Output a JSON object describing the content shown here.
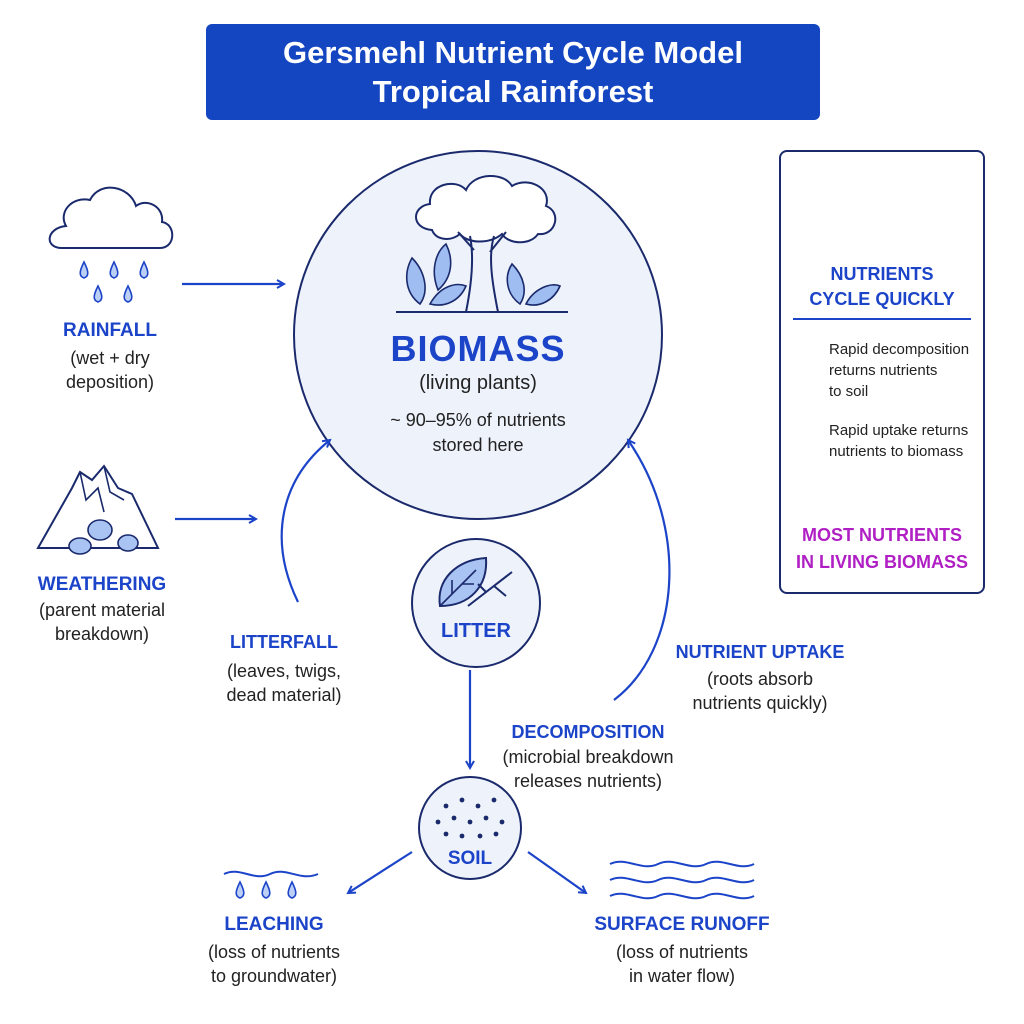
{
  "title": {
    "line1": "Gersmehl Nutrient Cycle Model",
    "line2": "Tropical Rainforest"
  },
  "colors": {
    "title_bg": "#1446c2",
    "accent": "#1c44c9",
    "highlight": "#b01fc4",
    "circle_fill": "#eef2fb"
  },
  "stores": {
    "biomass": {
      "name": "BIOMASS",
      "sub": "(living plants)",
      "note_line1": "~ 90–95% of nutrients",
      "note_line2": "stored here",
      "icon": "tree-icon"
    },
    "litter": {
      "name": "LITTER",
      "icon": "leaf-twig-icon"
    },
    "soil": {
      "name": "SOIL",
      "icon": "soil-particles-icon"
    }
  },
  "inputs": {
    "rainfall": {
      "title": "RAINFALL",
      "desc_line1": "(wet + dry",
      "desc_line2": "deposition)",
      "icon": "rain-cloud-icon"
    },
    "weathering": {
      "title": "WEATHERING",
      "desc_line1": "(parent material",
      "desc_line2": "breakdown)",
      "icon": "rock-mountain-icon"
    }
  },
  "flows": {
    "litterfall": {
      "title": "LITTERFALL",
      "desc_line1": "(leaves, twigs,",
      "desc_line2": "dead material)"
    },
    "decomposition": {
      "title": "DECOMPOSITION",
      "desc_line1": "(microbial breakdown",
      "desc_line2": "releases nutrients)"
    },
    "uptake": {
      "title": "NUTRIENT UPTAKE",
      "desc_line1": "(roots absorb",
      "desc_line2": "nutrients quickly)"
    }
  },
  "outputs": {
    "leaching": {
      "title": "LEACHING",
      "desc_line1": "(loss of nutrients",
      "desc_line2": "to groundwater)",
      "icon": "water-drops-icon"
    },
    "runoff": {
      "title": "SURFACE RUNOFF",
      "desc_line1": "(loss of nutrients",
      "desc_line2": "in water flow)",
      "icon": "water-waves-icon"
    }
  },
  "panel": {
    "icon": "clock-cycle-icon",
    "heading_line1": "NUTRIENTS",
    "heading_line2": "CYCLE QUICKLY",
    "checks": [
      {
        "line1": "Rapid decomposition",
        "line2": "returns nutrients",
        "line3": "to soil"
      },
      {
        "line1": "Rapid uptake returns",
        "line2": "nutrients to biomass",
        "line3": ""
      }
    ],
    "result_line1": "MOST NUTRIENTS",
    "result_line2": "IN LIVING BIOMASS"
  }
}
